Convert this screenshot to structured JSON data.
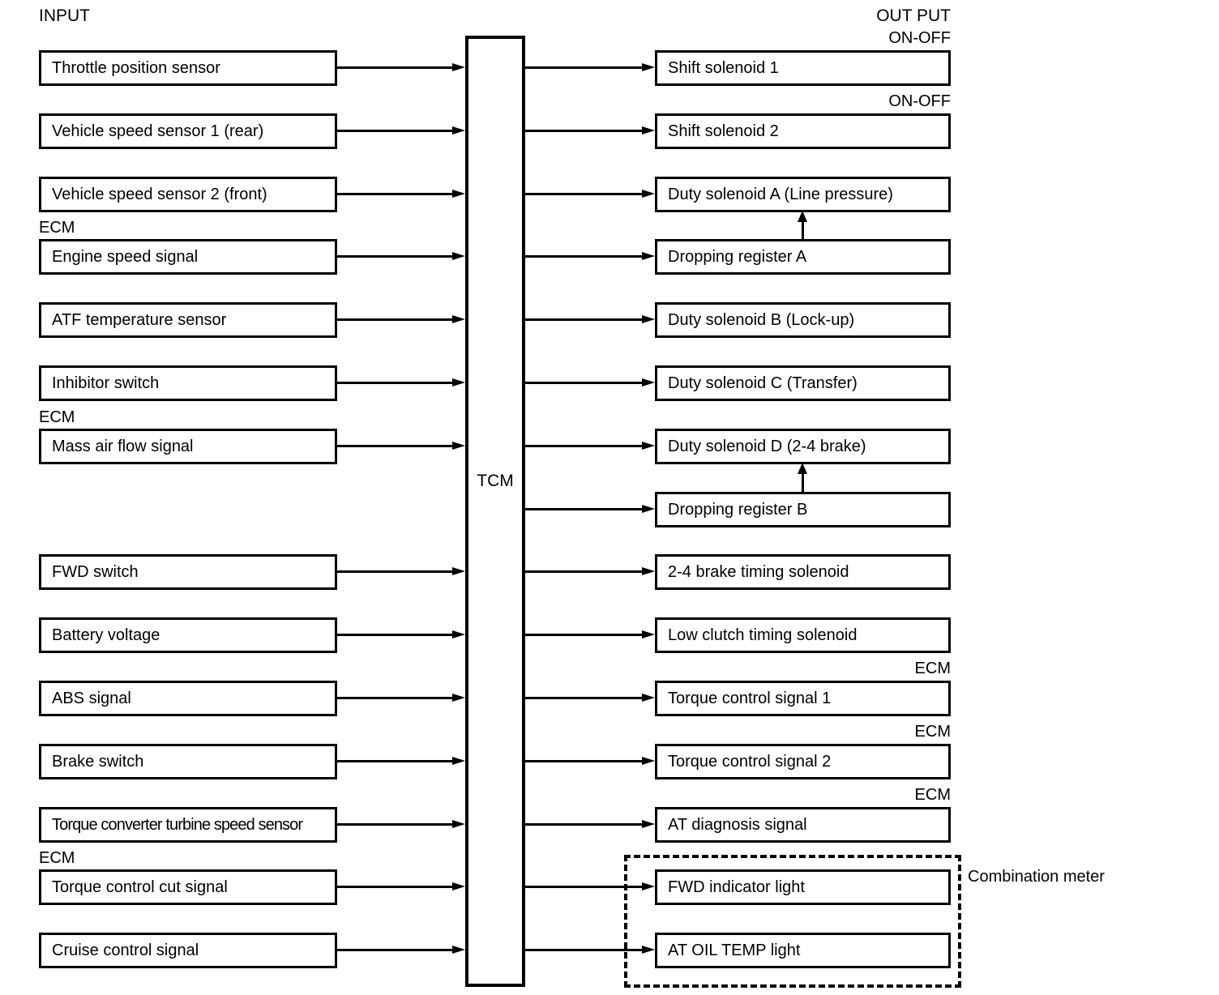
{
  "diagram": {
    "input_title": "INPUT",
    "output_title": "OUT PUT",
    "controller_label": "TCM",
    "combination_meter_label": "Combination meter",
    "colors": {
      "line": "#000000",
      "background": "#ffffff"
    },
    "inputs": [
      {
        "label": "Throttle position sensor",
        "row": 0
      },
      {
        "label": "Vehicle speed sensor 1 (rear)",
        "row": 1
      },
      {
        "label": "Vehicle speed sensor 2 (front)",
        "row": 2
      },
      {
        "label": "Engine speed signal",
        "row": 3,
        "tag": "ECM"
      },
      {
        "label": "ATF temperature sensor",
        "row": 4
      },
      {
        "label": "Inhibitor switch",
        "row": 5
      },
      {
        "label": "Mass air flow signal",
        "row": 6,
        "tag": "ECM"
      },
      {
        "label": "FWD switch",
        "row": 8
      },
      {
        "label": "Battery voltage",
        "row": 9
      },
      {
        "label": "ABS signal",
        "row": 10
      },
      {
        "label": "Brake switch",
        "row": 11
      },
      {
        "label": "Torque converter turbine speed sensor",
        "row": 12
      },
      {
        "label": "Torque control cut signal",
        "row": 13,
        "tag": "ECM"
      },
      {
        "label": "Cruise control signal",
        "row": 14
      }
    ],
    "outputs": [
      {
        "label": "Shift solenoid 1",
        "row": 0,
        "tag": "ON-OFF"
      },
      {
        "label": "Shift solenoid 2",
        "row": 1,
        "tag": "ON-OFF"
      },
      {
        "label": "Duty solenoid A (Line pressure)",
        "row": 2
      },
      {
        "label": "Dropping register A",
        "row": 3,
        "feeds_up": true
      },
      {
        "label": "Duty solenoid B (Lock-up)",
        "row": 4
      },
      {
        "label": "Duty solenoid C (Transfer)",
        "row": 5
      },
      {
        "label": "Duty solenoid D (2-4 brake)",
        "row": 6
      },
      {
        "label": "Dropping register B",
        "row": 7,
        "feeds_up": true
      },
      {
        "label": "2-4 brake timing solenoid",
        "row": 8
      },
      {
        "label": "Low clutch timing solenoid",
        "row": 9
      },
      {
        "label": "Torque control signal 1",
        "row": 10,
        "tag": "ECM"
      },
      {
        "label": "Torque control signal 2",
        "row": 11,
        "tag": "ECM"
      },
      {
        "label": "AT diagnosis signal",
        "row": 12,
        "tag": "ECM"
      },
      {
        "label": "FWD indicator light",
        "row": 13,
        "in_meter": true
      },
      {
        "label": "AT OIL TEMP light",
        "row": 14,
        "in_meter": true
      }
    ]
  }
}
